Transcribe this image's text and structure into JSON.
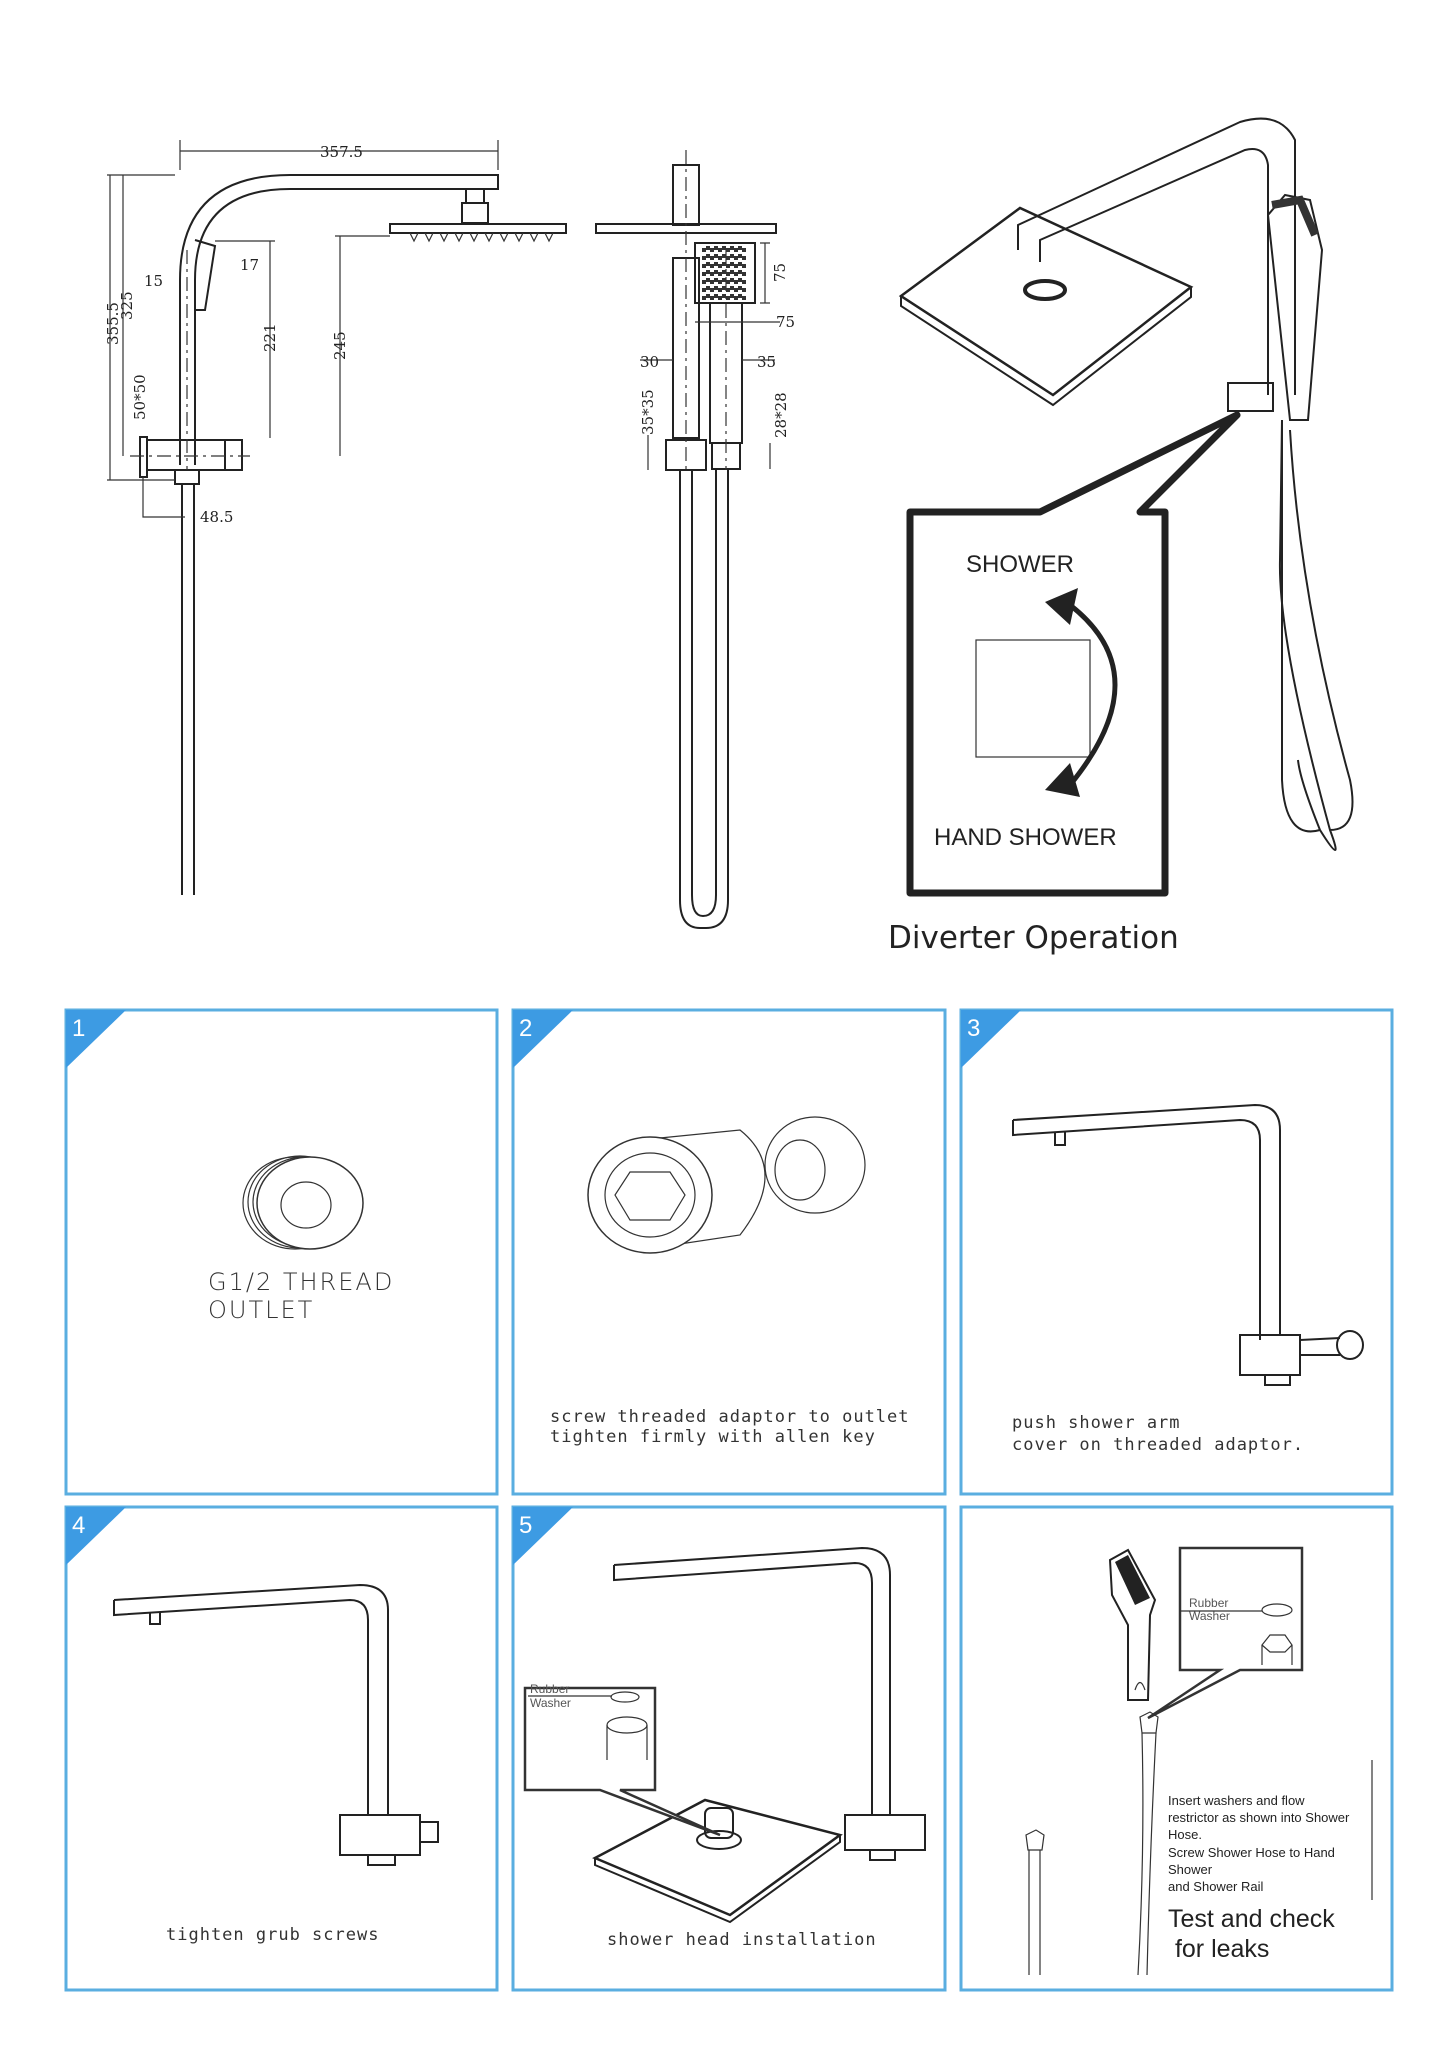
{
  "dimensions": {
    "side_view": [
      "357.5",
      "355.5",
      "325",
      "15",
      "17",
      "221",
      "245",
      "50*50",
      "48.5"
    ],
    "front_view": [
      "75",
      "75",
      "30",
      "35",
      "35*35",
      "28*28"
    ]
  },
  "diverter": {
    "top_label": "SHOWER",
    "bottom_label": "HAND SHOWER",
    "caption": "Diverter Operation"
  },
  "steps": [
    {
      "number": "1",
      "lines": [
        "G1/2  THREAD",
        "OUTLET"
      ]
    },
    {
      "number": "2",
      "lines": [
        "screw  threaded  adaptor  to  outlet",
        "tighten  firmly  with  allen  key"
      ]
    },
    {
      "number": "3",
      "lines": [
        "push shower  arm",
        "cover  on  threaded  adaptor."
      ]
    },
    {
      "number": "4",
      "lines": [
        "tighten  grub  screws"
      ]
    },
    {
      "number": "5",
      "lines": [
        "shower  head  installation"
      ],
      "inset": [
        "Rubber",
        "Washer"
      ]
    },
    {
      "number": "",
      "inset": [
        "Rubber",
        "Washer"
      ],
      "notes": [
        "Insert washers and flow",
        "restrictor as shown into Shower",
        "Hose.",
        "Screw Shower Hose to  Hand",
        "Shower",
        "and Shower Rail"
      ],
      "emphasis": [
        "Test and check",
        " for leaks"
      ]
    }
  ],
  "colors": {
    "panel_border": "#5aaee0",
    "badge": "#3d9be3",
    "line": "#222222"
  }
}
